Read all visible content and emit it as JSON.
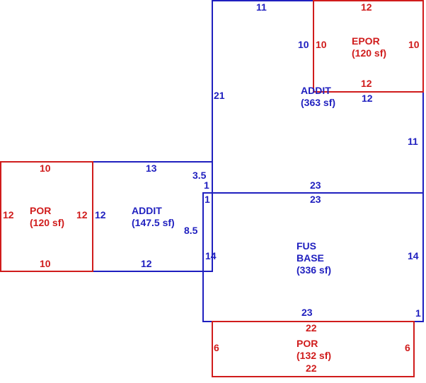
{
  "colors": {
    "addition": "#1f1fbf",
    "porch": "#d01c1c",
    "background": "#ffffff"
  },
  "rooms": {
    "addit_top": {
      "name": "ADDIT",
      "area": "(363 sf)"
    },
    "epor": {
      "name": "EPOR",
      "area": "(120 sf)"
    },
    "addit_left": {
      "name": "ADDIT",
      "area": "(147.5 sf)"
    },
    "fus_base": {
      "name_line1": "FUS",
      "name_line2": "BASE",
      "area": "(336 sf)"
    },
    "por_left": {
      "name": "POR",
      "area": "(120 sf)"
    },
    "por_bottom": {
      "name": "POR",
      "area": "(132 sf)"
    }
  },
  "dimensions": {
    "addit_top": {
      "top": "11",
      "left": "21",
      "right": "11",
      "bottom": "23",
      "epor_side": "10",
      "epor_bottom": "12"
    },
    "epor": {
      "top": "12",
      "left": "10",
      "right": "10",
      "bottom": "12"
    },
    "addit_left": {
      "top": "13",
      "left": "12",
      "bottom": "12",
      "right_upper": "3.5",
      "right_step": "1",
      "right_lower": "8.5"
    },
    "fus_base": {
      "top": "23",
      "left_top": "1",
      "left": "14",
      "right": "14",
      "bottom": "23",
      "bottom_right": "1"
    },
    "por_left": {
      "top": "10",
      "left": "12",
      "right": "12",
      "bottom": "10"
    },
    "por_bottom": {
      "top": "22",
      "left": "6",
      "right": "6",
      "bottom": "22"
    }
  }
}
